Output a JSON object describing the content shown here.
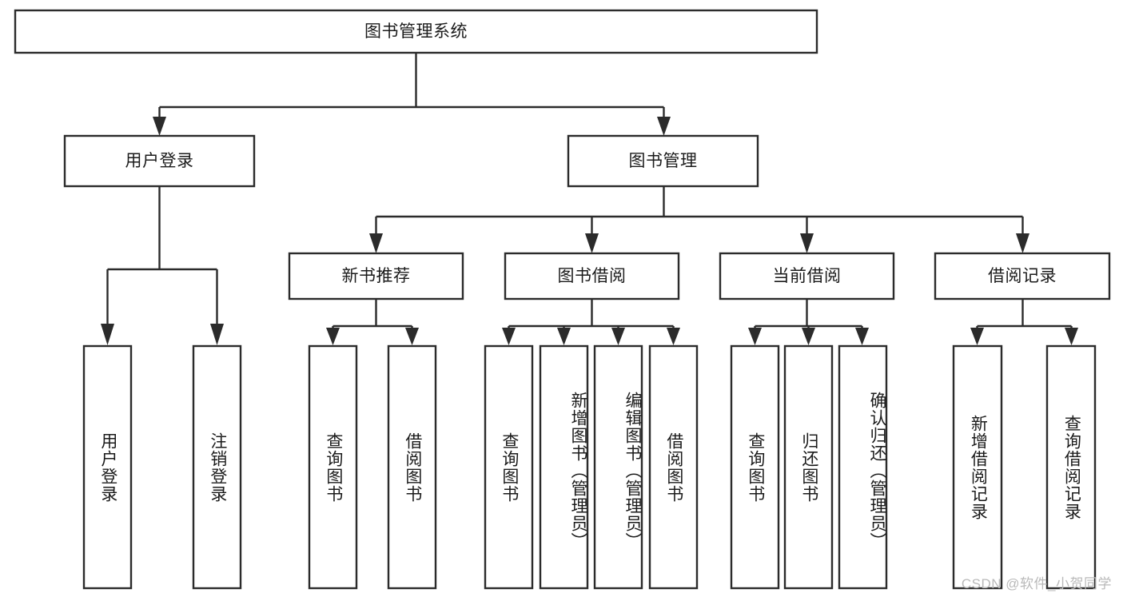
{
  "diagram": {
    "type": "tree",
    "title": "图书管理系统",
    "watermark": "CSDN @软件_小贺同学",
    "levels": [
      {
        "level": 1,
        "nodes": [
          {
            "id": "root",
            "label": "图书管理系统",
            "orientation": "horizontal"
          }
        ]
      },
      {
        "level": 2,
        "nodes": [
          {
            "id": "login",
            "label": "用户登录",
            "orientation": "horizontal",
            "parent": "root"
          },
          {
            "id": "bookmgmt",
            "label": "图书管理",
            "orientation": "horizontal",
            "parent": "root"
          }
        ]
      },
      {
        "level": 3,
        "nodes": [
          {
            "id": "newbook",
            "label": "新书推荐",
            "orientation": "horizontal",
            "parent": "bookmgmt"
          },
          {
            "id": "borrow",
            "label": "图书借阅",
            "orientation": "horizontal",
            "parent": "bookmgmt"
          },
          {
            "id": "current",
            "label": "当前借阅",
            "orientation": "horizontal",
            "parent": "bookmgmt"
          },
          {
            "id": "record",
            "label": "借阅记录",
            "orientation": "horizontal",
            "parent": "bookmgmt"
          }
        ]
      },
      {
        "level": 4,
        "nodes": [
          {
            "id": "leaf1",
            "label": "用户登录",
            "orientation": "vertical",
            "parent": "login"
          },
          {
            "id": "leaf2",
            "label": "注销登录",
            "orientation": "vertical",
            "parent": "login"
          },
          {
            "id": "leaf3",
            "label": "查询图书",
            "orientation": "vertical",
            "parent": "newbook"
          },
          {
            "id": "leaf4",
            "label": "借阅图书",
            "orientation": "vertical",
            "parent": "newbook"
          },
          {
            "id": "leaf5",
            "label": "查询图书",
            "orientation": "vertical",
            "parent": "borrow"
          },
          {
            "id": "leaf6",
            "label": "新增图书（管理员）",
            "orientation": "vertical",
            "parent": "borrow"
          },
          {
            "id": "leaf7",
            "label": "编辑图书（管理员）",
            "orientation": "vertical",
            "parent": "borrow"
          },
          {
            "id": "leaf8",
            "label": "借阅图书",
            "orientation": "vertical",
            "parent": "borrow"
          },
          {
            "id": "leaf9",
            "label": "查询图书",
            "orientation": "vertical",
            "parent": "current"
          },
          {
            "id": "leaf10",
            "label": "归还图书",
            "orientation": "vertical",
            "parent": "current"
          },
          {
            "id": "leaf11",
            "label": "确认归还（管理员）",
            "orientation": "vertical",
            "parent": "current"
          },
          {
            "id": "leaf12",
            "label": "新增借阅记录",
            "orientation": "vertical",
            "parent": "record"
          },
          {
            "id": "leaf13",
            "label": "查询借阅记录",
            "orientation": "vertical",
            "parent": "record"
          }
        ]
      }
    ],
    "colors": {
      "stroke": "#2b2b2b",
      "fill": "#ffffff",
      "text": "#1b1b1b",
      "watermark": "#b9b9b9",
      "background": "#ffffff"
    }
  }
}
